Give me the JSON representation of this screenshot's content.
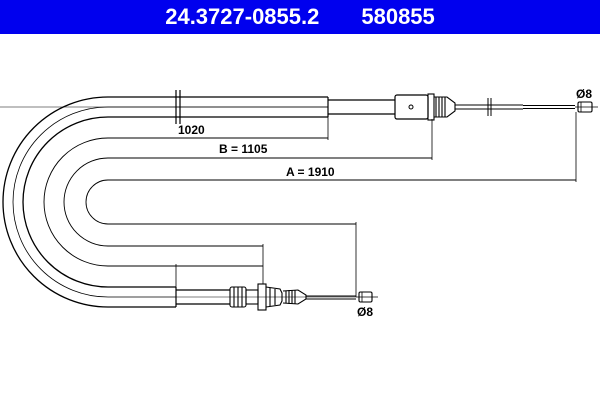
{
  "header": {
    "part_number": "24.3727-0855.2",
    "reference_number": "580855",
    "background_color": "#0000ee",
    "text_color": "#ffffff"
  },
  "drawing": {
    "subject": "parking brake cable",
    "dimensions": {
      "sheath_length_label": "1020",
      "b_label": "B = 1105",
      "a_label": "A = 1910"
    },
    "end_fittings": {
      "top_end_diameter": "Ø8",
      "bottom_end_diameter": "Ø8"
    },
    "line_color": "#000000"
  }
}
